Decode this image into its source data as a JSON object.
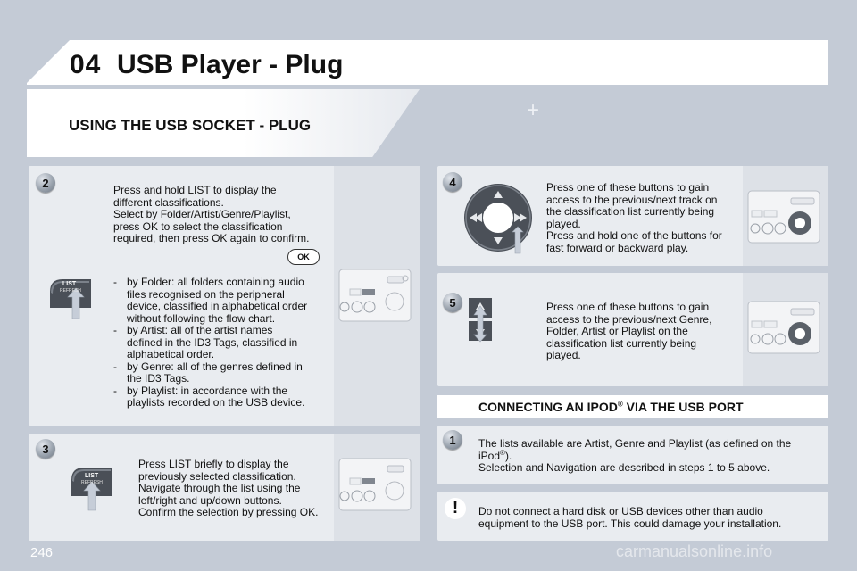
{
  "header": {
    "chapter_number": "04",
    "title": "USB Player - Plug"
  },
  "section": {
    "heading": "USING THE USB SOCKET - PLUG"
  },
  "steps": {
    "step2": {
      "badge": "2",
      "intro_lines": [
        "Press and hold LIST to display the",
        "different classifications.",
        "Select by Folder/Artist/Genre/Playlist,",
        "press OK to select the classification",
        "required, then press OK again to confirm."
      ],
      "ok_label": "OK",
      "list_button_label": "LIST",
      "list_button_sublabel": "REFRESH",
      "bullets": [
        {
          "dash": "-",
          "lines": [
            "by Folder: all folders containing audio",
            "files recognised on the peripheral",
            "device, classified in alphabetical order",
            "without following the flow chart."
          ]
        },
        {
          "dash": "-",
          "lines": [
            "by Artist: all of the artist names",
            "defined in the ID3 Tags, classified in",
            "alphabetical order."
          ]
        },
        {
          "dash": "-",
          "lines": [
            "by Genre: all of the genres defined in",
            "the ID3 Tags."
          ]
        },
        {
          "dash": "-",
          "lines": [
            "by Playlist: in accordance with the",
            "playlists recorded on the USB device."
          ]
        }
      ]
    },
    "step3": {
      "badge": "3",
      "lines": [
        "Press LIST briefly to display the",
        "previously selected classification.",
        "Navigate through the list using the",
        "left/right and up/down buttons.",
        "Confirm the selection by pressing OK."
      ],
      "list_button_label": "LIST",
      "list_button_sublabel": "REFRESH"
    },
    "step4": {
      "badge": "4",
      "lines": [
        "Press one of these buttons to gain",
        "access to the previous/next track on",
        "the classification list currently being",
        "played.",
        "Press and hold one of the buttons for",
        "fast forward or backward play."
      ]
    },
    "step5": {
      "badge": "5",
      "lines": [
        "Press one of these buttons to gain",
        "access to the previous/next Genre,",
        "Folder, Artist or Playlist on the",
        "classification list currently being",
        "played."
      ]
    }
  },
  "ipod": {
    "heading_pre": "CONNECTING AN IPOD",
    "heading_sup": "®",
    "heading_post": " VIA THE USB PORT",
    "step1": {
      "badge": "1",
      "line1": "The lists available are Artist, Genre and Playlist (as defined on the",
      "line2_pre": "iPod",
      "line2_sup": "®",
      "line2_post": ").",
      "line3": "Selection and Navigation are described in steps 1 to 5 above."
    },
    "warning": {
      "badge": "!",
      "lines": [
        "Do not connect a hard disk or USB devices other than audio",
        "equipment to the USB port. This could damage your installation."
      ]
    }
  },
  "footer": {
    "page_number": "246",
    "watermark": "carmanualsonline.info"
  },
  "colors": {
    "background": "#c4cbd6",
    "panel": "#e9ecf0",
    "strip": "#dde1e7",
    "arrow_fill": "#c6cdd8"
  }
}
